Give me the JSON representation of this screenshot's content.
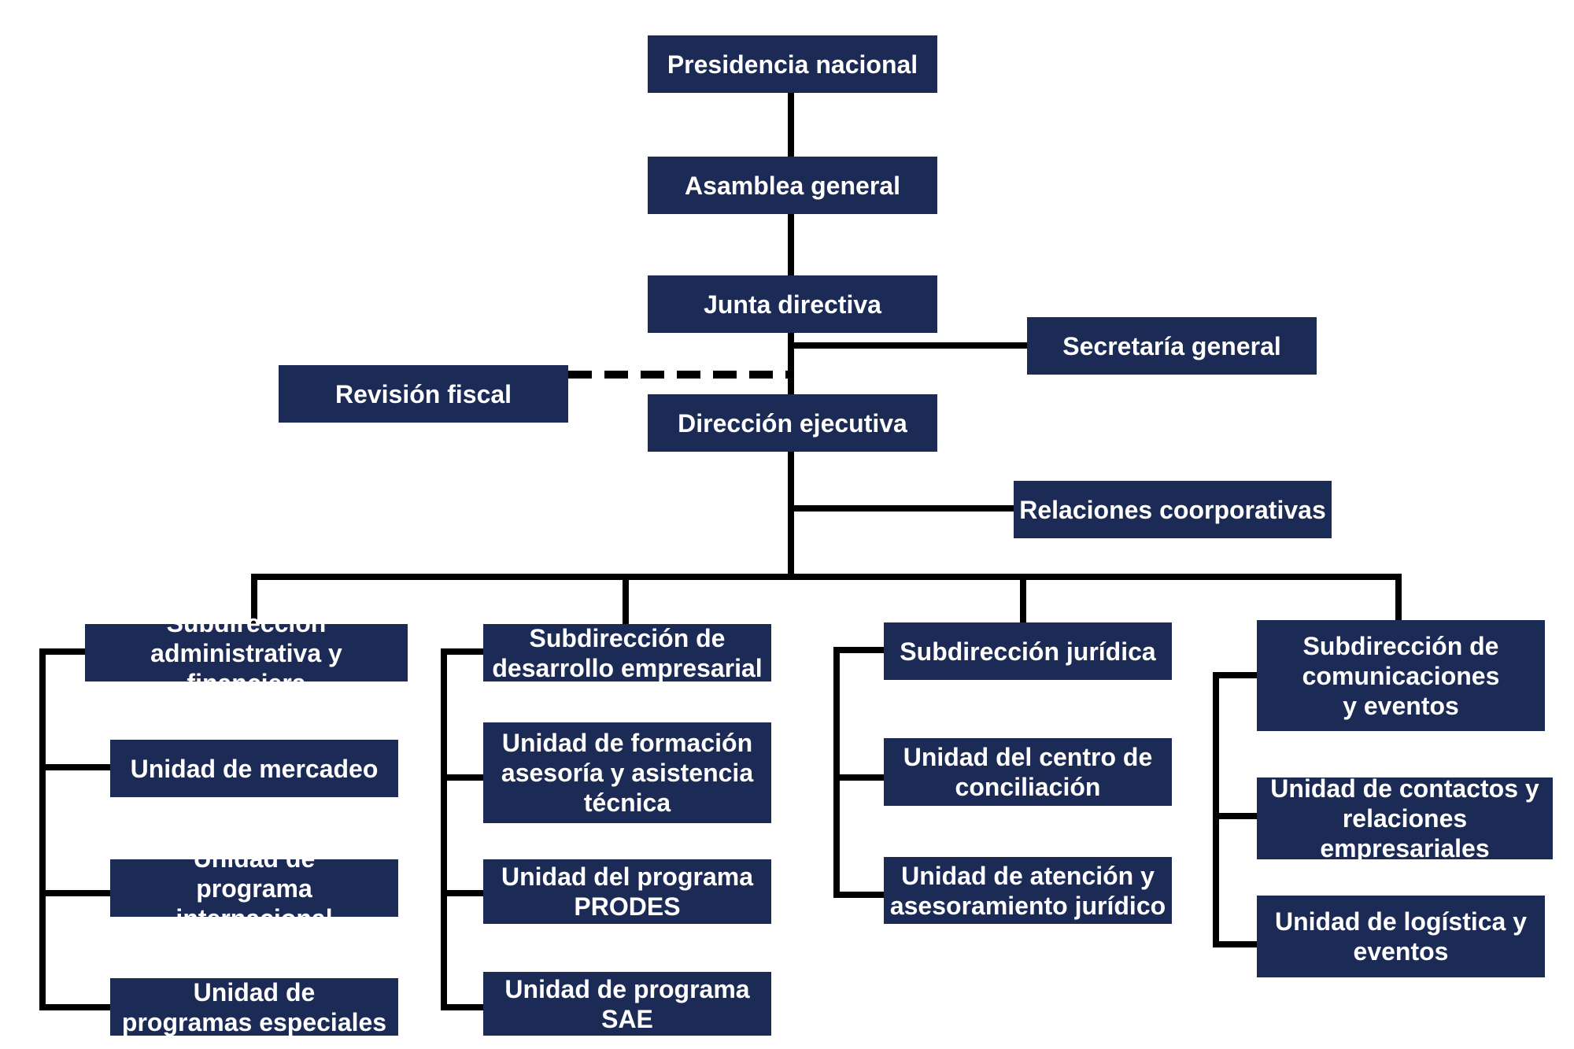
{
  "colors": {
    "box_fill": "#1c2a56",
    "box_text": "#ffffff",
    "connector": "#000000"
  },
  "nodes": {
    "presidencia": "Presidencia nacional",
    "asamblea": "Asamblea general",
    "junta": "Junta directiva",
    "secretaria": "Secretaría general",
    "revision": "Revisión fiscal",
    "direccion": "Dirección ejecutiva",
    "relaciones": "Relaciones coorporativas",
    "sub_admin": "Subdirección\nadministrativa y financiera",
    "u_mercadeo": "Unidad de mercadeo",
    "u_internacional": "Unidad de\nprograma internacional",
    "u_especiales": "Unidad de\nprogramas especiales",
    "sub_desarrollo": "Subdirección de\ndesarrollo empresarial",
    "u_formacion": "Unidad de formación\nasesoría y asistencia\ntécnica",
    "u_prodes": "Unidad del programa\nPRODES",
    "u_sae": "Unidad de programa\nSAE",
    "sub_juridica": "Subdirección jurídica",
    "u_conciliacion": "Unidad del centro de\nconciliación",
    "u_atencion": "Unidad de atención y\nasesoramiento jurídico",
    "sub_comunicaciones": "Subdirección de\ncomunicaciones\ny eventos",
    "u_contactos": "Unidad de contactos y\nrelaciones empresariales",
    "u_logistica": "Unidad de logística y\neventos"
  }
}
